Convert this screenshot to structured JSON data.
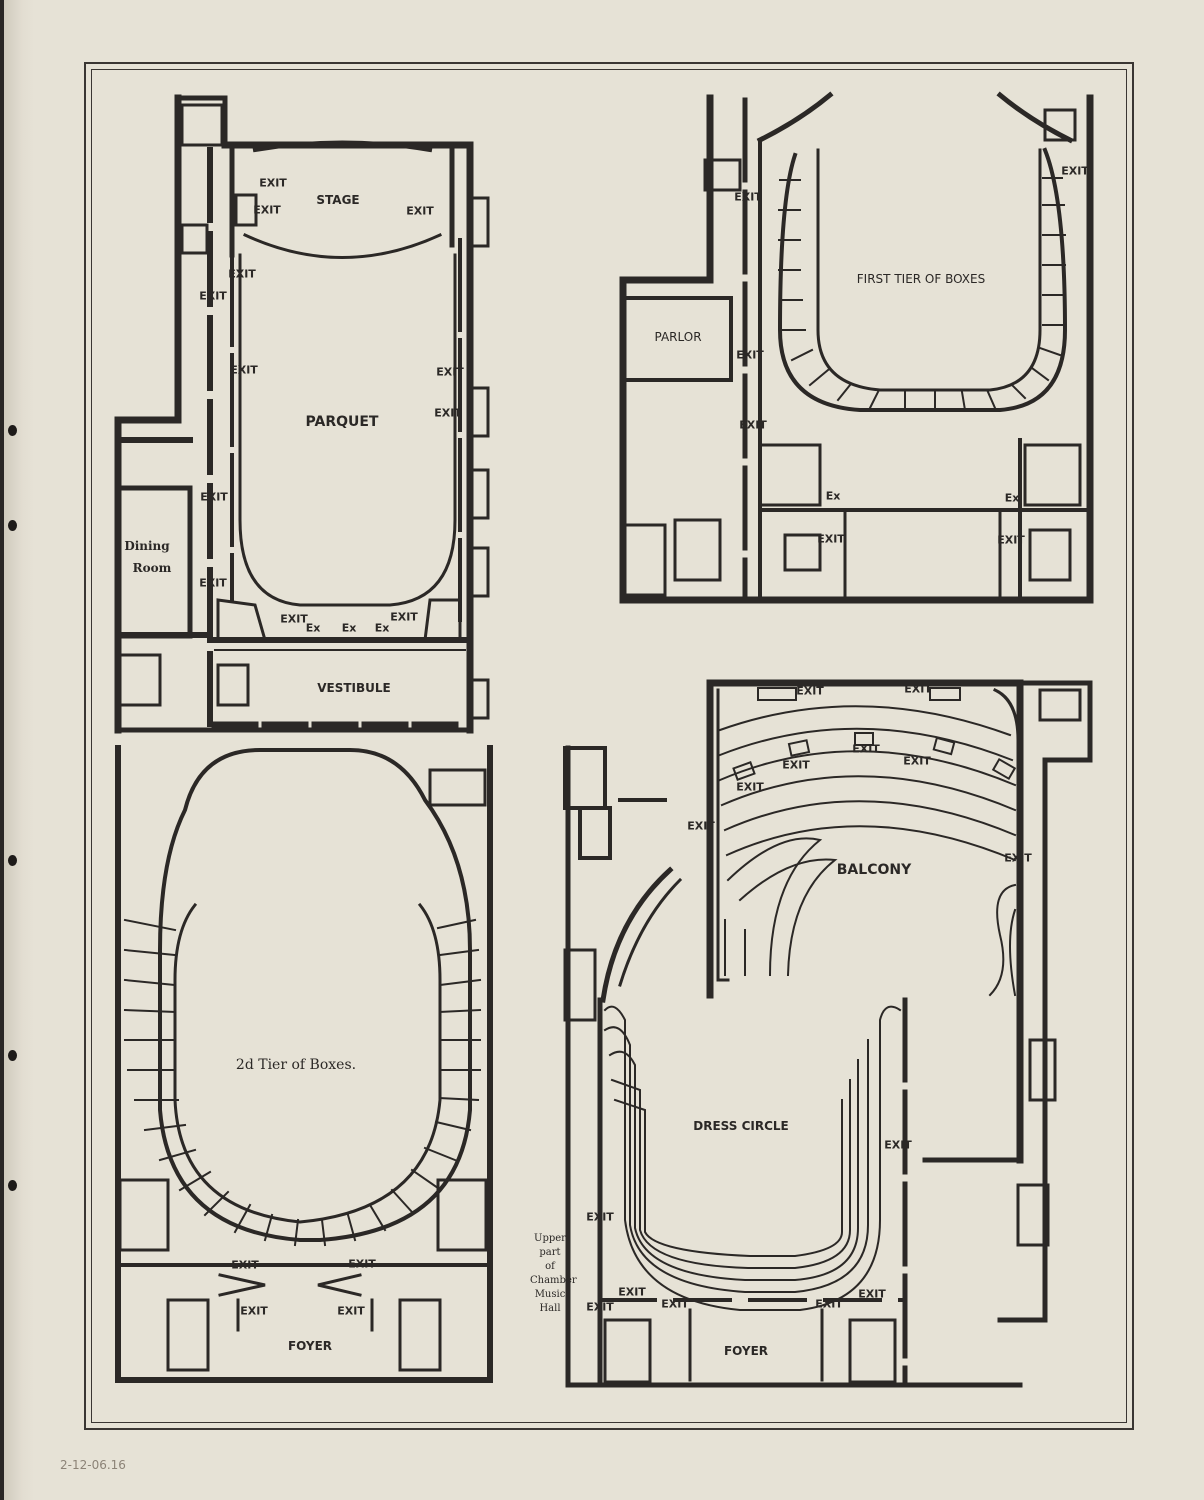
{
  "plans": {
    "parquet": {
      "title": "Parquet",
      "rooms": {
        "stage": "Stage",
        "vestibule": "Vestibule",
        "dining_line1": "Dining",
        "dining_line2": "Room"
      },
      "exits": [
        "Exit",
        "Exit",
        "Exit",
        "Exit",
        "Exit",
        "Exit",
        "Exit",
        "Exit",
        "Exit",
        "Exit",
        "Exit",
        "Exit"
      ],
      "ex": [
        "Ex",
        "Ex",
        "Ex"
      ]
    },
    "first_tier": {
      "title": "First Tier of Boxes",
      "rooms": {
        "parlor": "Parlor"
      },
      "exits": [
        "Exit",
        "Exit",
        "Exit",
        "Exit",
        "Exit",
        "Exit"
      ],
      "ex": [
        "Ex",
        "Ex"
      ]
    },
    "second_tier": {
      "title": "2d Tier of Boxes.",
      "rooms": {
        "foyer": "Foyer"
      },
      "exits": [
        "Exit",
        "Exit",
        "Exit",
        "Exit"
      ]
    },
    "balcony": {
      "title": "Balcony",
      "exits": [
        "Exit",
        "Exit",
        "Exit",
        "Exit",
        "Exit",
        "Exit",
        "Exit",
        "Exit"
      ]
    },
    "dress_circle": {
      "title": "Dress Circle",
      "rooms": {
        "foyer": "Foyer"
      },
      "note_lines": [
        "Upper part",
        "of",
        "Chamber",
        "Music",
        "Hall"
      ],
      "exits": [
        "Exit",
        "Exit",
        "Exit",
        "Exit",
        "Exit",
        "Exit",
        "Exit"
      ]
    }
  },
  "annotation": "2-12-06.16"
}
